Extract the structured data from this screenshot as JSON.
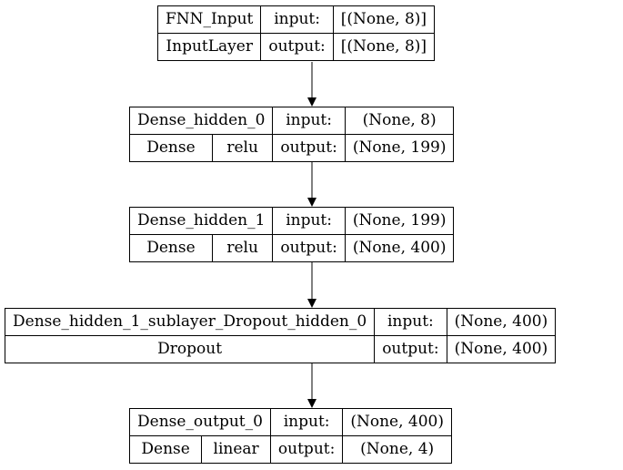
{
  "layers": [
    {
      "name": "FNN_Input",
      "type": "InputLayer",
      "activation": "",
      "input_label": "input:",
      "input_shape": "[(None, 8)]",
      "output_label": "output:",
      "output_shape": "[(None, 8)]"
    },
    {
      "name": "Dense_hidden_0",
      "type": "Dense",
      "activation": "relu",
      "input_label": "input:",
      "input_shape": "(None, 8)",
      "output_label": "output:",
      "output_shape": "(None, 199)"
    },
    {
      "name": "Dense_hidden_1",
      "type": "Dense",
      "activation": "relu",
      "input_label": "input:",
      "input_shape": "(None, 199)",
      "output_label": "output:",
      "output_shape": "(None, 400)"
    },
    {
      "name": "Dense_hidden_1_sublayer_Dropout_hidden_0",
      "type": "Dropout",
      "activation": "",
      "input_label": "input:",
      "input_shape": "(None, 400)",
      "output_label": "output:",
      "output_shape": "(None, 400)"
    },
    {
      "name": "Dense_output_0",
      "type": "Dense",
      "activation": "linear",
      "input_label": "input:",
      "input_shape": "(None, 400)",
      "output_label": "output:",
      "output_shape": "(None, 4)"
    }
  ],
  "edge_color": "#000000"
}
